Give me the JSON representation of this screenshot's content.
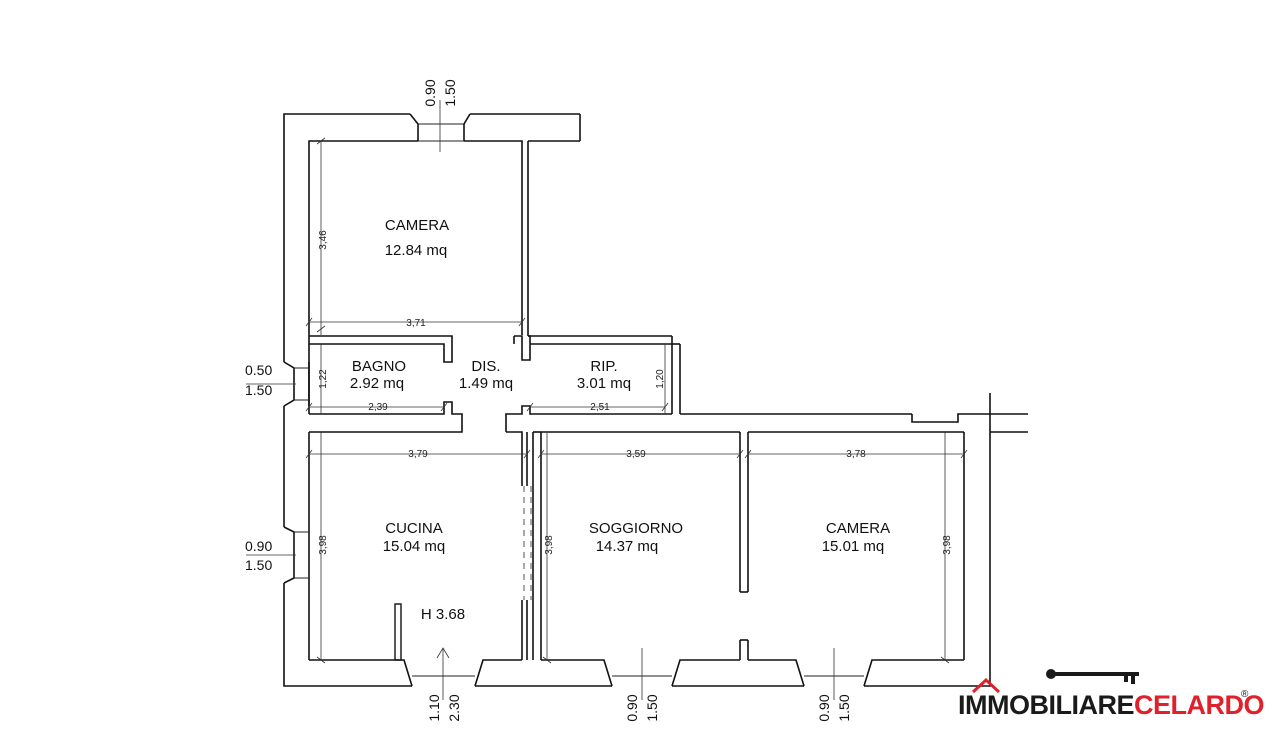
{
  "rooms": [
    {
      "name": "CAMERA",
      "area": "12.84 mq"
    },
    {
      "name": "BAGNO",
      "area": "2.92 mq"
    },
    {
      "name": "DIS.",
      "area": "1.49 mq"
    },
    {
      "name": "RIP.",
      "area": "3.01 mq"
    },
    {
      "name": "CUCINA",
      "area": "15.04 mq"
    },
    {
      "name": "SOGGIORNO",
      "area": "14.37 mq"
    },
    {
      "name": "CAMERA",
      "area": "15.01 mq"
    }
  ],
  "height_label": "H 3.68",
  "dimensions": {
    "camera_top_h": "3,46",
    "camera_top_w": "3,71",
    "bagno_h": "1,22",
    "bagno_w": "2,39",
    "rip_w": "2,51",
    "rip_h": "1,20",
    "cucina_w": "3,79",
    "soggiorno_w": "3,59",
    "camera_br_w": "3,78",
    "cucina_h": "3,98",
    "soggiorno_h": "3,98",
    "camera_br_h": "3,98"
  },
  "windows": {
    "top": [
      "0.90",
      "1.50"
    ],
    "left_upper": [
      "0.50",
      "1.50"
    ],
    "left_lower": [
      "0.90",
      "1.50"
    ],
    "bottom_cucina": [
      "1.10",
      "2.30"
    ],
    "bottom_soggiorno": [
      "0.90",
      "1.50"
    ],
    "bottom_camera": [
      "0.90",
      "1.50"
    ]
  },
  "logo": {
    "part1": "IMMOBILIARE",
    "part2": "CELARDO",
    "registered": "®",
    "color_dark": "#1a1a1a",
    "color_accent": "#e0202a"
  }
}
